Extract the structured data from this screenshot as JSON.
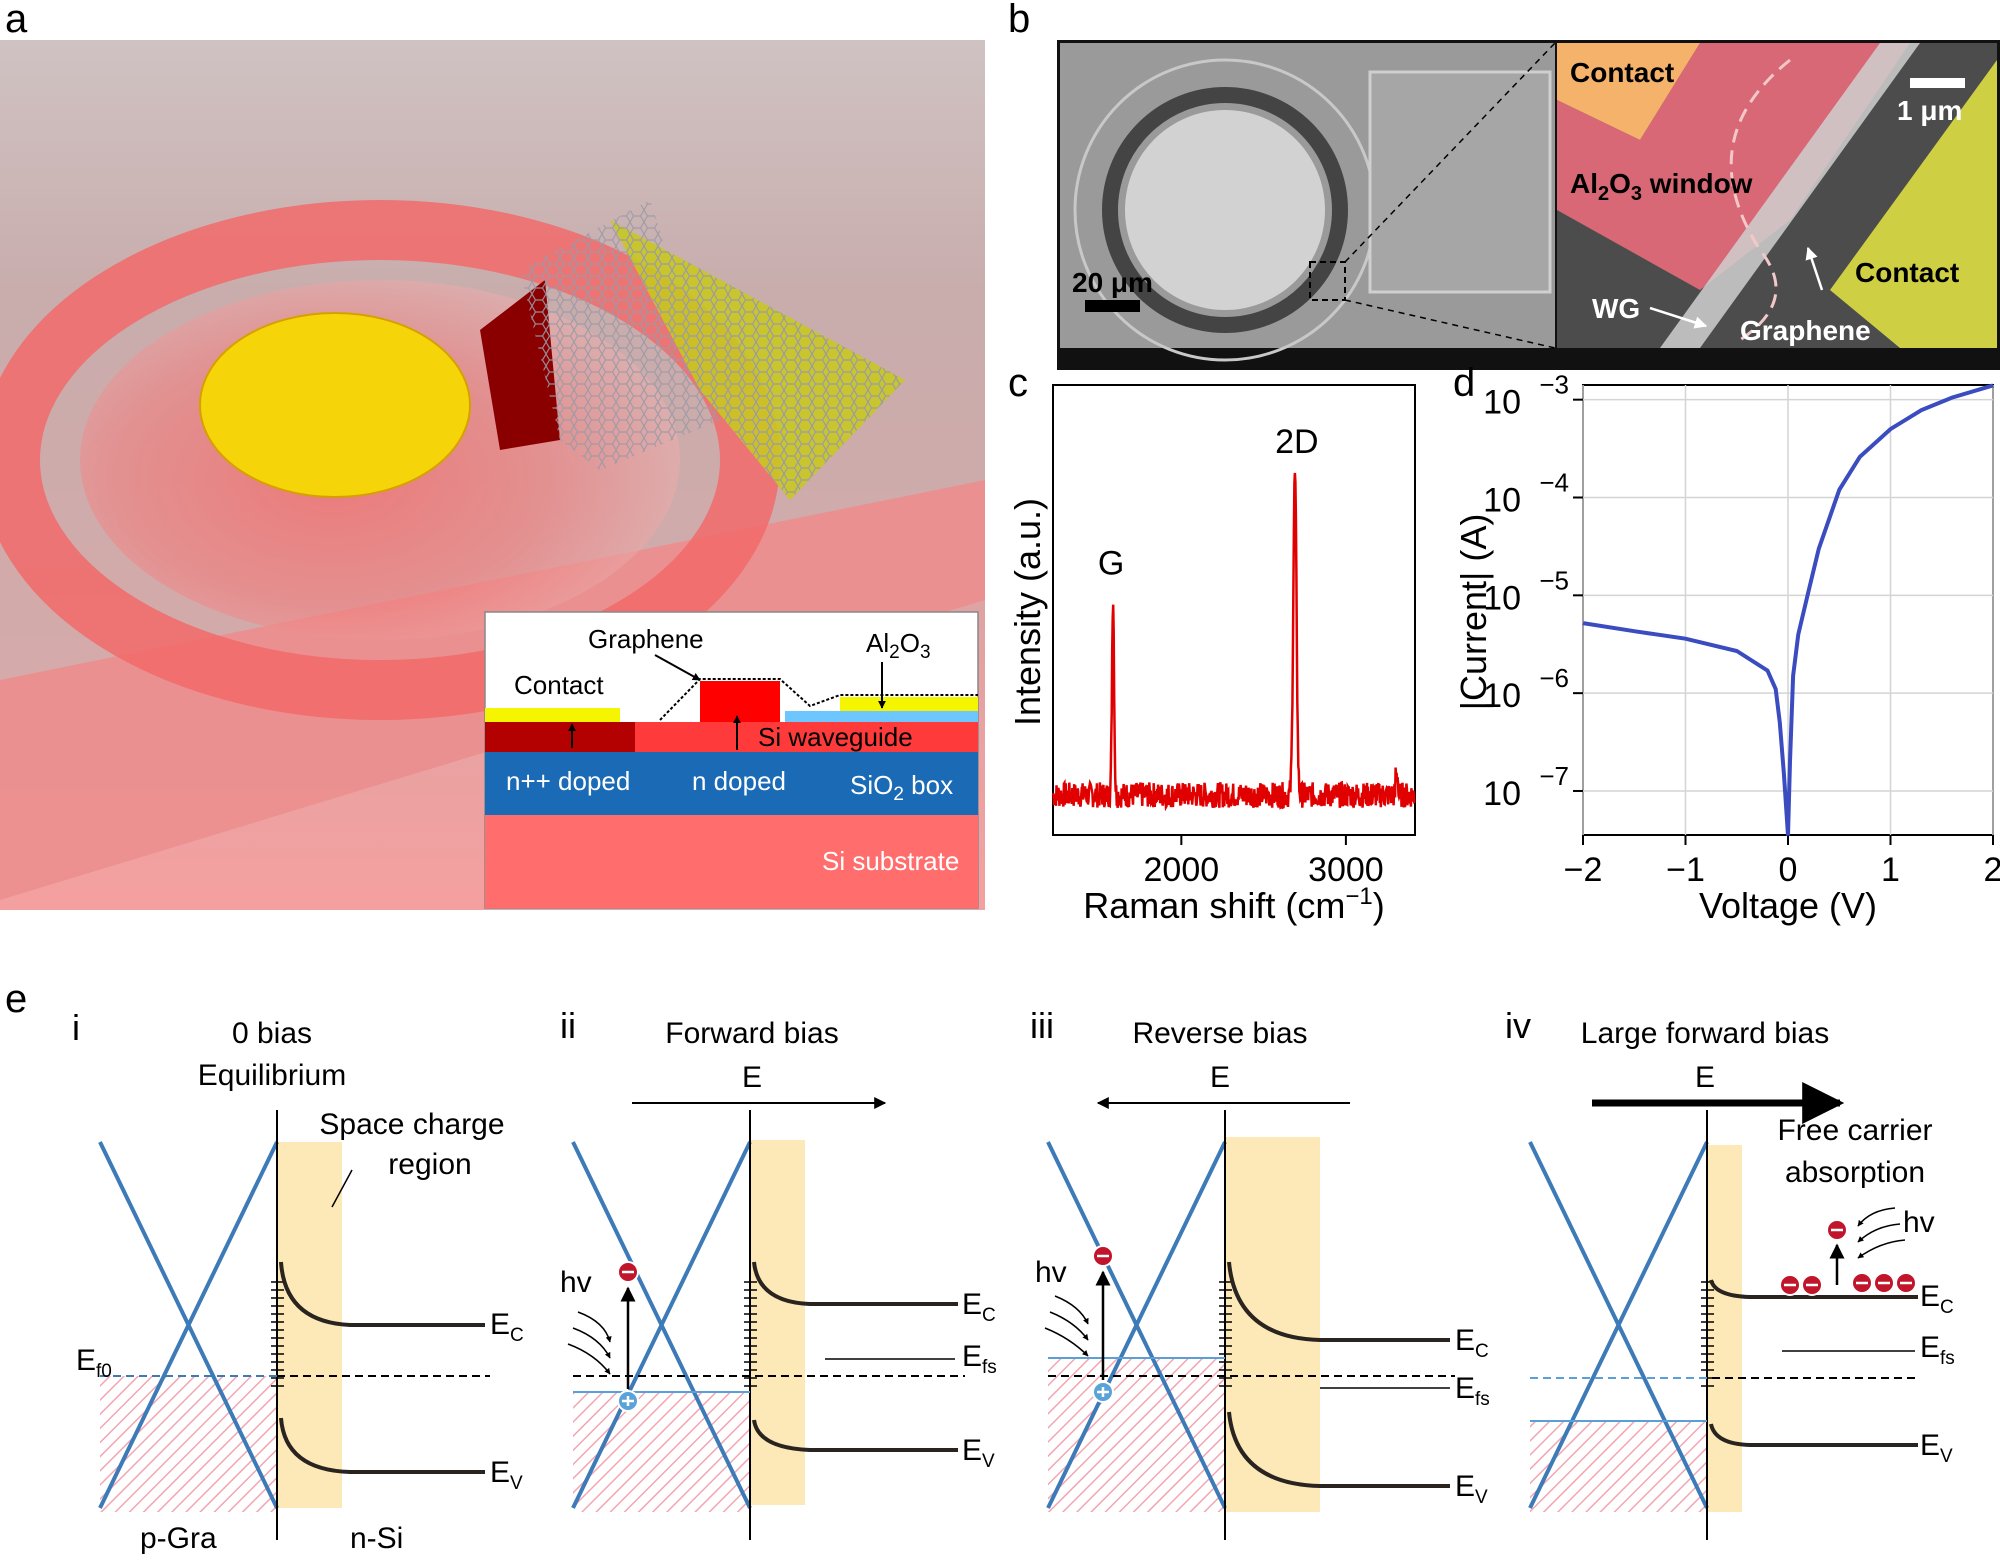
{
  "panels": {
    "a": {
      "label": "a",
      "inset": {
        "graphene": "Graphene",
        "al2o3": "Al",
        "al2o3_sub": "2",
        "al2o3_tail": "O",
        "al2o3_sub2": "3",
        "contact": "Contact",
        "si_waveguide": "Si waveguide",
        "npp": "n++ doped",
        "n": "n doped",
        "sio2": "SiO",
        "sio2_sub": "2",
        "sio2_tail": " box",
        "substrate": "Si substrate"
      }
    },
    "b": {
      "label": "b",
      "scale_main": "20 μm",
      "scale_zoom": "1 μm",
      "contact_top": "Contact",
      "al_window": "Al",
      "al_sub": "2",
      "al_mid": "O",
      "al_sub2": "3",
      "al_tail": " window",
      "contact_right": "Contact",
      "wg": "WG",
      "graphene": "Graphene"
    },
    "c": {
      "label": "c"
    },
    "d": {
      "label": "d"
    },
    "e": {
      "label": "e",
      "sub": [
        {
          "roman": "i",
          "title1": "0 bias",
          "title2": "Equilibrium",
          "field": ""
        },
        {
          "roman": "ii",
          "title1": "Forward bias",
          "title2": "",
          "field": "E"
        },
        {
          "roman": "iii",
          "title1": "Reverse bias",
          "title2": "",
          "field": "E"
        },
        {
          "roman": "iv",
          "title1": "Large forward bias",
          "title2": "",
          "field": "E"
        }
      ],
      "space_charge_1": "Space charge",
      "space_charge_2": "region",
      "ef0": "E",
      "ef0_sub": "f0",
      "ec": "E",
      "ec_sub": "C",
      "ev": "E",
      "ev_sub": "V",
      "efs": "E",
      "efs_sub": "fs",
      "hv": "hv",
      "pgra": "p-Gra",
      "nsi": "n-Si",
      "fca_1": "Free carrier",
      "fca_2": "absorption"
    }
  },
  "chart_data": [
    {
      "panel": "c",
      "type": "line",
      "xlabel": "Raman shift (cm",
      "xlabel_sup": "−1",
      "xlabel_tail": ")",
      "ylabel": "Intensity (a.u.)",
      "xlim": [
        1220,
        3420
      ],
      "x_ticks": [
        2000,
        3000
      ],
      "x_tick_labels": [
        "2000",
        "3000"
      ],
      "peaks": [
        {
          "label": "G",
          "x": 1585,
          "height": 0.62
        },
        {
          "label": "2D",
          "x": 2690,
          "height": 1.0
        }
      ],
      "series": [
        {
          "color": "#e00000"
        }
      ]
    },
    {
      "panel": "d",
      "type": "line",
      "xlabel": "Voltage (V)",
      "ylabel": "|Current| (A)",
      "xlim": [
        -2,
        2
      ],
      "ylim_log10": [
        -7.45,
        -2.85
      ],
      "x_ticks": [
        -2,
        -1,
        0,
        1,
        2
      ],
      "x_tick_labels": [
        "−2",
        "−1",
        "0",
        "1",
        "2"
      ],
      "y_ticks_log10": [
        -7,
        -6,
        -5,
        -4,
        -3
      ],
      "y_tick_labels": [
        "10",
        "10",
        "10",
        "10",
        "10"
      ],
      "y_tick_exps": [
        "−7",
        "−6",
        "−5",
        "−4",
        "−3"
      ],
      "grid": true,
      "series": [
        {
          "color": "#3a4cc0",
          "x": [
            -2.0,
            -1.5,
            -1.0,
            -0.5,
            -0.2,
            -0.12,
            -0.08,
            -0.04,
            -0.01,
            0.0,
            0.02,
            0.05,
            0.1,
            0.2,
            0.3,
            0.5,
            0.7,
            1.0,
            1.3,
            1.6,
            2.0
          ],
          "y": [
            5.2e-06,
            4.3e-06,
            3.6e-06,
            2.7e-06,
            1.7e-06,
            1.1e-06,
            5e-07,
            1.5e-07,
            5e-08,
            3.5e-08,
            2e-07,
            1.5e-06,
            4e-06,
            1.1e-05,
            3e-05,
            0.00012,
            0.00026,
            0.0005,
            0.00078,
            0.00105,
            0.0014
          ]
        }
      ]
    }
  ]
}
